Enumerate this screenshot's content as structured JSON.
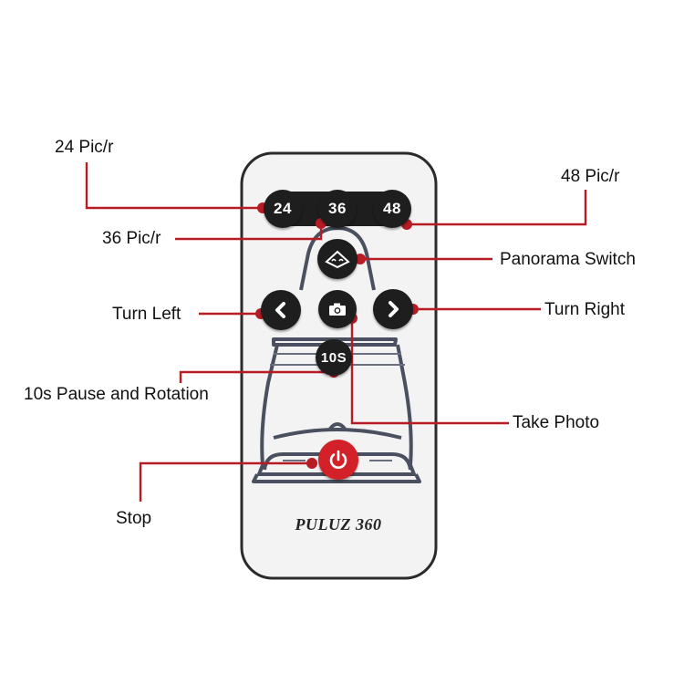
{
  "labels": {
    "pic24": "24 Pic/r",
    "pic36": "36 Pic/r",
    "pic48": "48 Pic/r",
    "panorama_switch": "Panorama Switch",
    "turn_left": "Turn Left",
    "turn_right": "Turn Right",
    "pause_rotation": "10s Pause and Rotation",
    "take_photo": "Take Photo",
    "stop": "Stop"
  },
  "buttons": {
    "b24": "24",
    "b36": "36",
    "b48": "48",
    "b10s": "10S"
  },
  "brand": "PULUZ 360",
  "icons": [
    "panorama-icon",
    "left-arrow-icon",
    "camera-icon",
    "right-arrow-icon",
    "power-icon"
  ],
  "colors": {
    "leader_line": "#b71c24",
    "button": "#1e1e1e",
    "stop_button": "#d32129",
    "remote_body": "#f3f3f3",
    "remote_border": "#2b2b2b",
    "device_outline": "#4a5060"
  }
}
